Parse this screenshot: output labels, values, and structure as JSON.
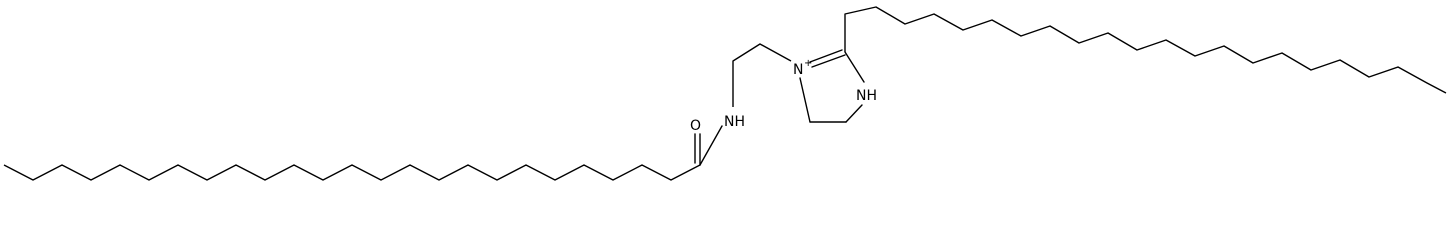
{
  "molecule": {
    "atom_labels": {
      "carbonyl_oxygen": "O",
      "amide_nitrogen": "NH",
      "ring_cation_nitrogen": "N",
      "cation_charge": "+",
      "ring_amine_nitrogen": "NH"
    },
    "colors": {
      "bond": "#000000",
      "label": "#000000",
      "background": "#ffffff"
    }
  }
}
